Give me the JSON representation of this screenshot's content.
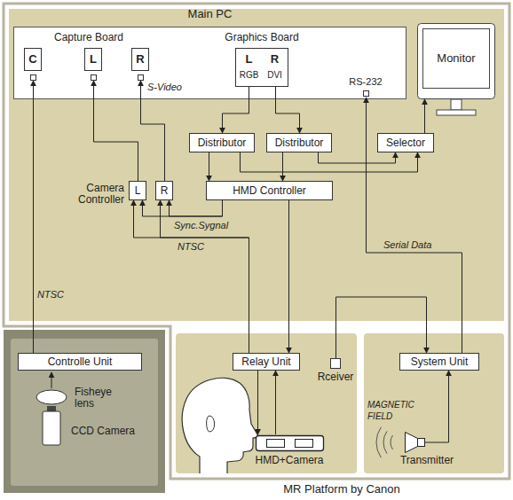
{
  "diagram": {
    "nodes": [
      {
        "text": [
          "MR Platform by Canon"
        ]
      },
      {
        "text": [
          "Main PC"
        ],
        "in": 0
      },
      {
        "text": [
          "C"
        ],
        "in": 1
      },
      {
        "text": [
          "L"
        ],
        "in": 1
      },
      {
        "text": [
          "R"
        ],
        "in": 1
      },
      {
        "text": [
          "L",
          "R",
          "RGB",
          "DVI"
        ],
        "in": 1
      },
      {
        "text": [
          "RS-232"
        ],
        "in": 1
      },
      {
        "text": [
          "Monitor"
        ],
        "in": 0
      },
      {
        "text": [
          "Distributor"
        ],
        "in": 0
      },
      {
        "text": [
          "Distributor"
        ],
        "in": 0
      },
      {
        "text": [
          "Selector"
        ],
        "in": 0
      },
      {
        "text": [
          "L"
        ],
        "in": 0
      },
      {
        "text": [
          "R"
        ],
        "in": 0
      },
      {
        "text": [
          "HMD Controller"
        ],
        "in": 0
      },
      {
        "text": [
          "Controlle Unit"
        ]
      },
      {
        "text": [
          "Relay Unit"
        ],
        "in": 0
      },
      {
        "text": [
          "Rceiver"
        ],
        "in": 0
      },
      {
        "text": [
          "HMD+Camera"
        ],
        "in": 0
      },
      {
        "text": [
          "System Unit"
        ],
        "in": 0
      },
      {
        "text": [
          "Transmitter"
        ],
        "in": 0
      }
    ],
    "edges": [
      {
        "from": 14,
        "to": 2,
        "arrow": "to",
        "label": "NTSC"
      },
      {
        "from": 11,
        "to": 3,
        "arrow": "to"
      },
      {
        "from": 12,
        "to": 4,
        "arrow": "to"
      },
      {
        "from": 5,
        "to": 8,
        "arrow": "to"
      },
      {
        "from": 5,
        "to": 9,
        "arrow": "to"
      },
      {
        "from": 8,
        "to": 13,
        "arrow": "to"
      },
      {
        "from": 8,
        "to": 10,
        "arrow": "to"
      },
      {
        "from": 9,
        "to": 13,
        "arrow": "to"
      },
      {
        "from": 9,
        "to": 10,
        "arrow": "to"
      },
      {
        "from": 10,
        "to": 7,
        "arrow": "to"
      },
      {
        "from": 13,
        "to": 11,
        "arrow": "to",
        "label": "Sync.Sygnal"
      },
      {
        "from": 13,
        "to": 12,
        "arrow": "to"
      },
      {
        "from": 13,
        "to": 15,
        "arrow": "to"
      },
      {
        "from": 15,
        "to": 11,
        "arrow": "to",
        "label": "NTSC"
      },
      {
        "from": 15,
        "to": 12,
        "arrow": "to"
      },
      {
        "from": 15,
        "to": 17,
        "arrow": "to"
      },
      {
        "from": 17,
        "to": 15,
        "arrow": "to"
      },
      {
        "from": 16,
        "to": 18,
        "arrow": "to"
      },
      {
        "from": 18,
        "to": 6,
        "arrow": "to",
        "label": "Serial Data"
      },
      {
        "from": 19,
        "to": 18,
        "arrow": "to"
      }
    ],
    "labels": [
      "Capture Board",
      "Graphics Board",
      "S-Video",
      "Camera Controller",
      "Fisheye lens",
      "CCD Camera",
      "MAGNETIC FIELD"
    ]
  }
}
